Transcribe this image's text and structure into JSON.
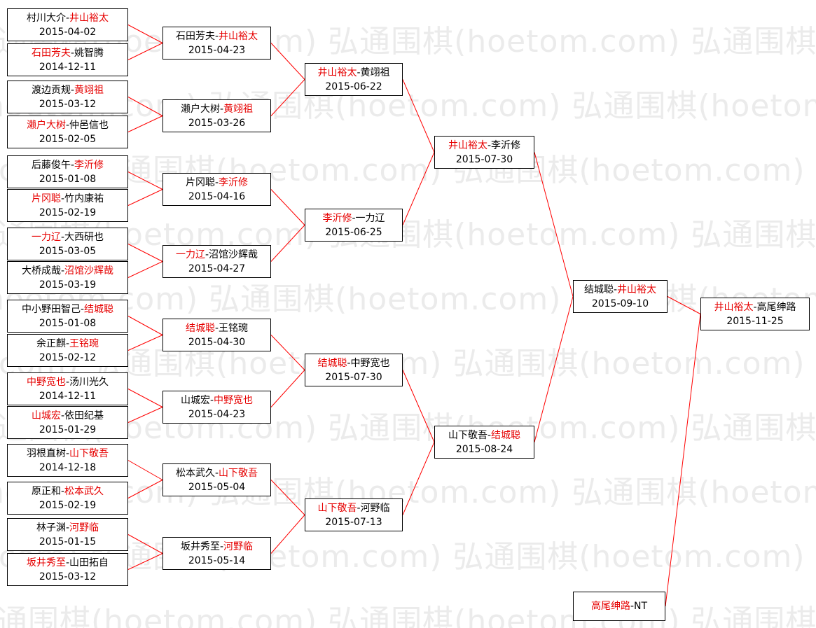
{
  "watermark": {
    "text": "弘通围棋(hoetom.com)",
    "color": "#ebebeb"
  },
  "separator": "-",
  "colors": {
    "winner_name": "#e60000",
    "player_name": "#000000",
    "connector": "#ff0000",
    "box_border": "#000000",
    "box_background": "#ffffff",
    "page_background": "#ffffff"
  },
  "bracket": {
    "rounds": [
      {
        "id": "round-1",
        "matches": [
          {
            "players": [
              {
                "name": "村川大介",
                "red": false
              },
              {
                "name": "井山裕太",
                "red": true
              }
            ],
            "date": "2015-04-02"
          },
          {
            "players": [
              {
                "name": "石田芳夫",
                "red": true
              },
              {
                "name": "姚智腾",
                "red": false
              }
            ],
            "date": "2014-12-11"
          },
          {
            "players": [
              {
                "name": "渡边贡规",
                "red": false
              },
              {
                "name": "黄翊祖",
                "red": true
              }
            ],
            "date": "2015-03-12"
          },
          {
            "players": [
              {
                "name": "濑户大树",
                "red": true
              },
              {
                "name": "仲邑信也",
                "red": false
              }
            ],
            "date": "2015-02-05"
          },
          {
            "players": [
              {
                "name": "后藤俊午",
                "red": false
              },
              {
                "name": "李沂修",
                "red": true
              }
            ],
            "date": "2015-01-08"
          },
          {
            "players": [
              {
                "name": "片冈聪",
                "red": true
              },
              {
                "name": "竹内康祐",
                "red": false
              }
            ],
            "date": "2015-02-19"
          },
          {
            "players": [
              {
                "name": "一力辽",
                "red": true
              },
              {
                "name": "大西研也",
                "red": false
              }
            ],
            "date": "2015-03-05"
          },
          {
            "players": [
              {
                "name": "大桥成哉",
                "red": false
              },
              {
                "name": "沼馆沙辉哉",
                "red": true
              }
            ],
            "date": "2015-03-19"
          },
          {
            "players": [
              {
                "name": "中小野田智己",
                "red": false
              },
              {
                "name": "结城聪",
                "red": true
              }
            ],
            "date": "2015-01-08"
          },
          {
            "players": [
              {
                "name": "余正麒",
                "red": false
              },
              {
                "name": "王铭琬",
                "red": true
              }
            ],
            "date": "2015-02-12"
          },
          {
            "players": [
              {
                "name": "中野宽也",
                "red": true
              },
              {
                "name": "汤川光久",
                "red": false
              }
            ],
            "date": "2014-12-11"
          },
          {
            "players": [
              {
                "name": "山城宏",
                "red": true
              },
              {
                "name": "依田纪基",
                "red": false
              }
            ],
            "date": "2015-01-29"
          },
          {
            "players": [
              {
                "name": "羽根直树",
                "red": false
              },
              {
                "name": "山下敬吾",
                "red": true
              }
            ],
            "date": "2014-12-18"
          },
          {
            "players": [
              {
                "name": "原正和",
                "red": false
              },
              {
                "name": "松本武久",
                "red": true
              }
            ],
            "date": "2015-02-19"
          },
          {
            "players": [
              {
                "name": "林子渊",
                "red": false
              },
              {
                "name": "河野临",
                "red": true
              }
            ],
            "date": "2015-01-15"
          },
          {
            "players": [
              {
                "name": "坂井秀至",
                "red": true
              },
              {
                "name": "山田拓自",
                "red": false
              }
            ],
            "date": "2015-03-12"
          }
        ]
      },
      {
        "id": "round-2",
        "matches": [
          {
            "players": [
              {
                "name": "石田芳夫",
                "red": false
              },
              {
                "name": "井山裕太",
                "red": true
              }
            ],
            "date": "2015-04-23"
          },
          {
            "players": [
              {
                "name": "濑户大树",
                "red": false
              },
              {
                "name": "黄翊祖",
                "red": true
              }
            ],
            "date": "2015-03-26"
          },
          {
            "players": [
              {
                "name": "片冈聪",
                "red": false
              },
              {
                "name": "李沂修",
                "red": true
              }
            ],
            "date": "2015-04-16"
          },
          {
            "players": [
              {
                "name": "一力辽",
                "red": true
              },
              {
                "name": "沼馆沙辉哉",
                "red": false
              }
            ],
            "date": "2015-04-27"
          },
          {
            "players": [
              {
                "name": "结城聪",
                "red": true
              },
              {
                "name": "王铭琬",
                "red": false
              }
            ],
            "date": "2015-04-30"
          },
          {
            "players": [
              {
                "name": "山城宏",
                "red": false
              },
              {
                "name": "中野宽也",
                "red": true
              }
            ],
            "date": "2015-04-23"
          },
          {
            "players": [
              {
                "name": "松本武久",
                "red": false
              },
              {
                "name": "山下敬吾",
                "red": true
              }
            ],
            "date": "2015-05-04"
          },
          {
            "players": [
              {
                "name": "坂井秀至",
                "red": false
              },
              {
                "name": "河野临",
                "red": true
              }
            ],
            "date": "2015-05-14"
          }
        ]
      },
      {
        "id": "quarterfinals",
        "matches": [
          {
            "players": [
              {
                "name": "井山裕太",
                "red": true
              },
              {
                "name": "黄翊祖",
                "red": false
              }
            ],
            "date": "2015-06-22"
          },
          {
            "players": [
              {
                "name": "李沂修",
                "red": true
              },
              {
                "name": "一力辽",
                "red": false
              }
            ],
            "date": "2015-06-25"
          },
          {
            "players": [
              {
                "name": "结城聪",
                "red": true
              },
              {
                "name": "中野宽也",
                "red": false
              }
            ],
            "date": "2015-07-30"
          },
          {
            "players": [
              {
                "name": "山下敬吾",
                "red": true
              },
              {
                "name": "河野临",
                "red": false
              }
            ],
            "date": "2015-07-13"
          }
        ]
      },
      {
        "id": "semifinals",
        "matches": [
          {
            "players": [
              {
                "name": "井山裕太",
                "red": true
              },
              {
                "name": "李沂修",
                "red": false
              }
            ],
            "date": "2015-07-30"
          },
          {
            "players": [
              {
                "name": "山下敬吾",
                "red": false
              },
              {
                "name": "结城聪",
                "red": true
              }
            ],
            "date": "2015-08-24"
          }
        ]
      },
      {
        "id": "challenger-final",
        "matches": [
          {
            "players": [
              {
                "name": "结城聪",
                "red": false
              },
              {
                "name": "井山裕太",
                "red": true
              }
            ],
            "date": "2015-09-10"
          }
        ]
      },
      {
        "id": "title-match",
        "matches": [
          {
            "players": [
              {
                "name": "井山裕太",
                "red": true
              },
              {
                "name": "高尾绅路",
                "red": false
              }
            ],
            "date": "2015-11-25"
          }
        ]
      }
    ],
    "title_holder": {
      "players": [
        {
          "name": "高尾绅路",
          "red": true
        },
        {
          "name": "NT",
          "red": false
        }
      ]
    }
  }
}
